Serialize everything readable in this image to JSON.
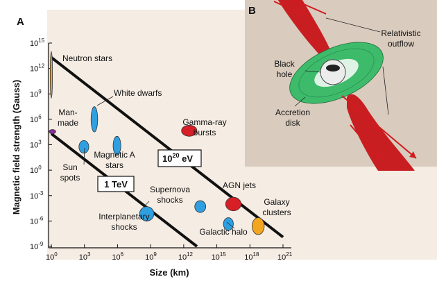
{
  "panel_a": {
    "letter": "A",
    "ylabel": "Magnetic field strength (Gauss)",
    "xlabel": "Size (km)",
    "line_labels": {
      "tev": "1 TeV",
      "ev20_base": "10",
      "ev20_exp": "20",
      "ev20_unit": " eV"
    },
    "colors": {
      "blue": "#2f9fe0",
      "orange": "#f2a51f",
      "red": "#d61f26",
      "purple": "#8a2b9c",
      "background": "#f5ece3"
    }
  },
  "panel_b": {
    "letter": "B",
    "labels": {
      "relativistic_1": "Relativistic",
      "relativistic_2": "outflow",
      "black_1": "Black",
      "black_2": "hole",
      "accretion_1": "Accretion",
      "accretion_2": "disk"
    },
    "colors": {
      "background": "#d9cbbd",
      "jet": "#c81e22",
      "disk": "#3dbb6b",
      "arrow": "#d11b1f"
    }
  },
  "chart_data": {
    "type": "scatter",
    "x_scale": "log",
    "y_scale": "log",
    "xlim": [
      1,
      1e+21
    ],
    "ylim": [
      1e-09,
      1000000000000000.0
    ],
    "x_ticks": [
      {
        "base": "10",
        "exp": "0",
        "v": 0
      },
      {
        "base": "10",
        "exp": "3",
        "v": 3
      },
      {
        "base": "10",
        "exp": "6",
        "v": 6
      },
      {
        "base": "10",
        "exp": "9",
        "v": 9
      },
      {
        "base": "10",
        "exp": "12",
        "v": 12
      },
      {
        "base": "10",
        "exp": "15",
        "v": 15
      },
      {
        "base": "10",
        "exp": "18",
        "v": 18
      },
      {
        "base": "10",
        "exp": "21",
        "v": 21
      }
    ],
    "y_ticks": [
      {
        "base": "10",
        "exp": "15",
        "v": 15
      },
      {
        "base": "10",
        "exp": "12",
        "v": 12
      },
      {
        "base": "10",
        "exp": "9",
        "v": 9
      },
      {
        "base": "10",
        "exp": "6",
        "v": 6
      },
      {
        "base": "10",
        "exp": "3",
        "v": 3
      },
      {
        "base": "10",
        "exp": "0",
        "v": 0
      },
      {
        "base": "10",
        "exp": "-3",
        "v": -3
      },
      {
        "base": "10",
        "exp": "-6",
        "v": -6
      },
      {
        "base": "10",
        "exp": "-9",
        "v": -9
      }
    ],
    "lines": [
      {
        "name": "1 TeV",
        "log_x": [
          0,
          13.2
        ],
        "log_y": [
          4.3,
          -9
        ]
      },
      {
        "name": "10^20 eV",
        "log_x": [
          0,
          21
        ],
        "log_y": [
          13.3,
          -7.9
        ]
      }
    ],
    "objects": [
      {
        "name": "Neutron stars",
        "lines": [
          "Neutron stars"
        ],
        "color": "orange",
        "log_x": [
          -0.1,
          0.1
        ],
        "log_y": [
          8.5,
          14
        ]
      },
      {
        "name": "Man-made",
        "lines": [
          "Man-",
          "made"
        ],
        "color": "purple",
        "log_x": [
          -0.2,
          0.4
        ],
        "log_y": [
          4.3,
          4.8
        ]
      },
      {
        "name": "White dwarfs",
        "lines": [
          "White dwarfs"
        ],
        "color": "blue",
        "log_x": [
          3.6,
          4.2
        ],
        "log_y": [
          4.5,
          7.5
        ]
      },
      {
        "name": "Sun spots",
        "lines": [
          "Sun",
          "spots"
        ],
        "color": "blue",
        "log_x": [
          2.5,
          3.4
        ],
        "log_y": [
          2,
          3.5
        ]
      },
      {
        "name": "Magnetic A stars",
        "lines": [
          "Magnetic A",
          "stars"
        ],
        "color": "blue",
        "log_x": [
          5.6,
          6.3
        ],
        "log_y": [
          1.8,
          4
        ]
      },
      {
        "name": "Gamma-ray bursts",
        "lines": [
          "Gamma-ray",
          "bursts"
        ],
        "color": "red",
        "log_x": [
          11.8,
          13.2
        ],
        "log_y": [
          4,
          5.3
        ]
      },
      {
        "name": "Supernova shocks",
        "lines": [
          "Supernova",
          "shocks"
        ],
        "color": "blue",
        "log_x": [
          13,
          14
        ],
        "log_y": [
          -5,
          -3.6
        ]
      },
      {
        "name": "Interplanetary shocks",
        "lines": [
          "Interplanetary",
          "shocks"
        ],
        "color": "blue",
        "log_x": [
          8,
          9.3
        ],
        "log_y": [
          -6,
          -4.3
        ]
      },
      {
        "name": "AGN jets",
        "lines": [
          "AGN jets"
        ],
        "color": "red",
        "log_x": [
          15.8,
          17.2
        ],
        "log_y": [
          -4.8,
          -3.2
        ]
      },
      {
        "name": "Galactic halo",
        "lines": [
          "Galactic halo"
        ],
        "color": "blue",
        "log_x": [
          15.6,
          16.5
        ],
        "log_y": [
          -7.1,
          -5.6
        ]
      },
      {
        "name": "Galaxy clusters",
        "lines": [
          "Galaxy",
          "clusters"
        ],
        "color": "orange",
        "log_x": [
          18.2,
          19.3
        ],
        "log_y": [
          -7.6,
          -5.6
        ]
      }
    ]
  }
}
